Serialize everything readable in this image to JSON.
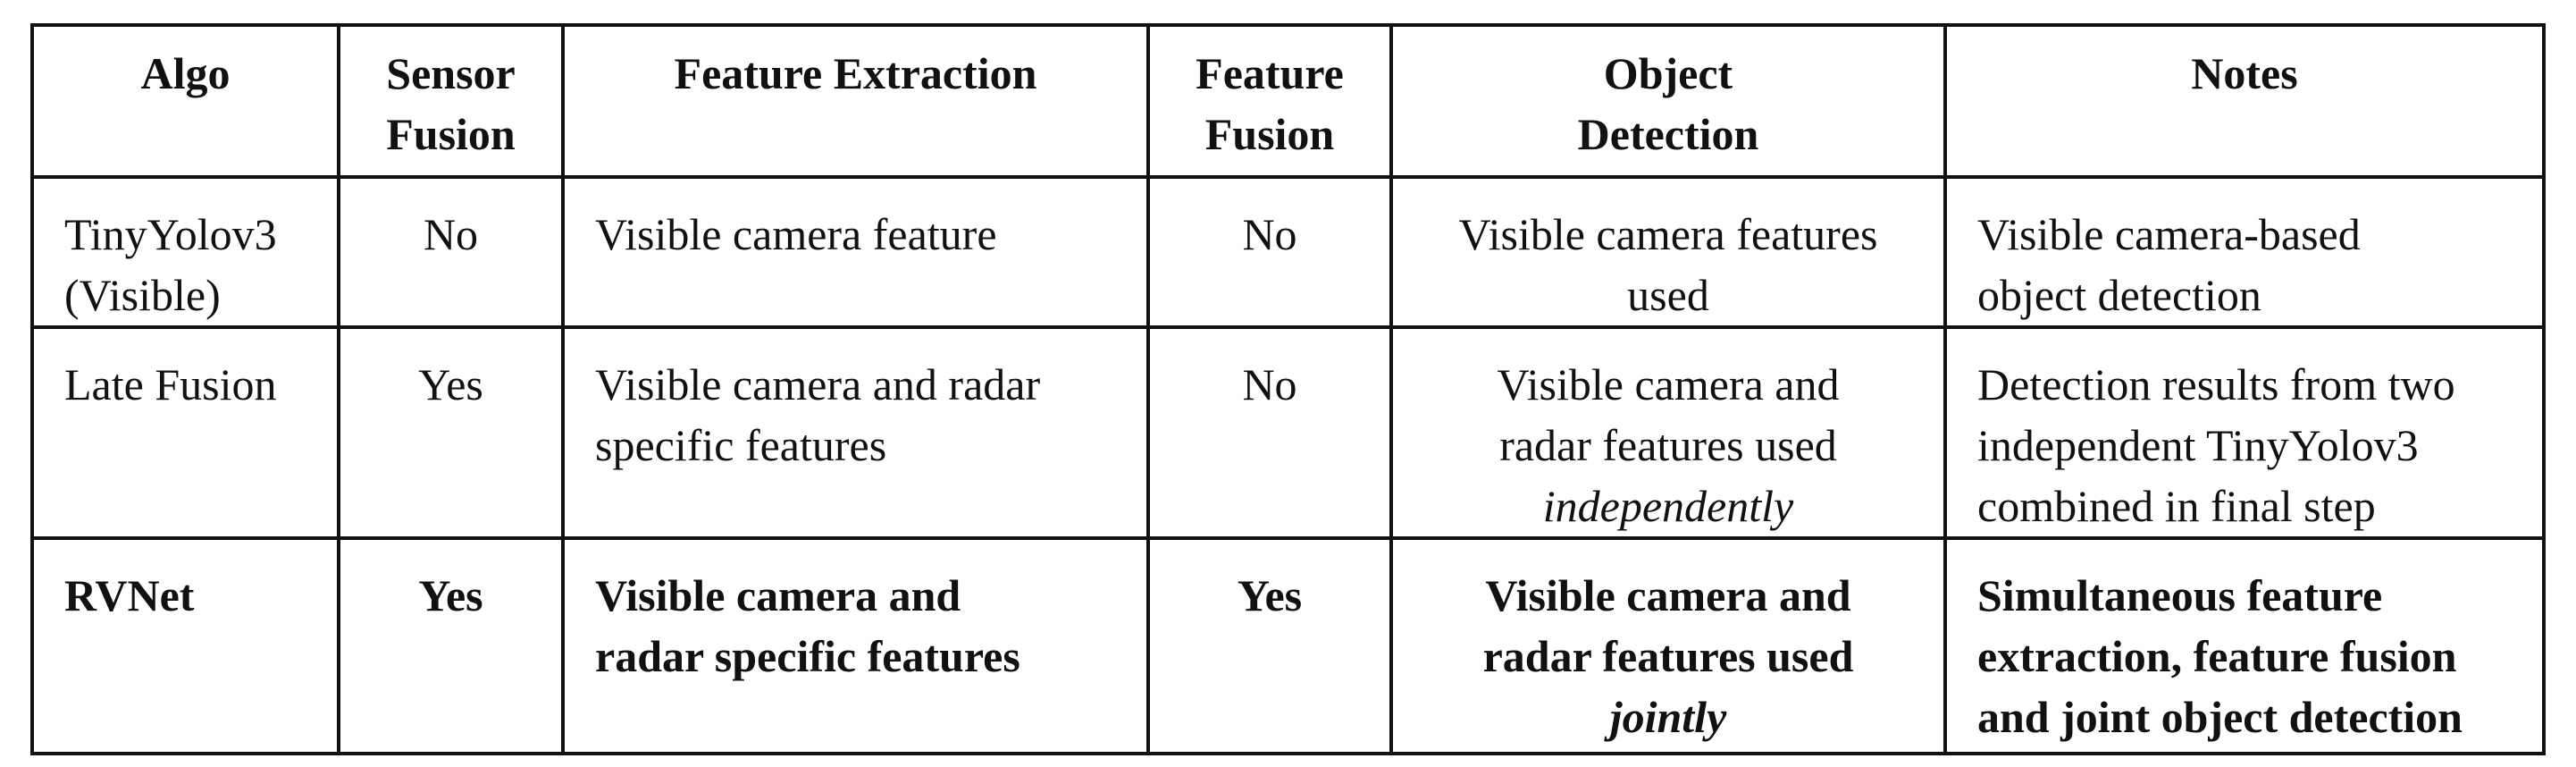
{
  "table": {
    "headers": [
      [
        "Algo"
      ],
      [
        "Sensor",
        "Fusion"
      ],
      [
        "Feature Extraction"
      ],
      [
        "Feature",
        "Fusion"
      ],
      [
        "Object",
        "Detection"
      ],
      [
        "Notes"
      ]
    ],
    "rows": [
      {
        "algo": [
          "TinyYolov3",
          "(Visible)"
        ],
        "sensor_fusion": "No",
        "feature_extraction": [
          "Visible camera feature"
        ],
        "feature_fusion": "No",
        "object_detection": [
          "Visible camera features",
          "used"
        ],
        "object_detection_emphasis": "",
        "notes": [
          "Visible camera-based",
          "object detection"
        ]
      },
      {
        "algo": [
          "Late Fusion"
        ],
        "sensor_fusion": "Yes",
        "feature_extraction": [
          "Visible camera and radar",
          "specific features"
        ],
        "feature_fusion": "No",
        "object_detection": [
          "Visible camera and",
          "radar features used"
        ],
        "object_detection_emphasis": "independently",
        "notes": [
          "Detection results from two",
          "independent TinyYolov3",
          "combined in final step"
        ]
      },
      {
        "algo": [
          "RVNet"
        ],
        "sensor_fusion": "Yes",
        "feature_extraction": [
          "Visible camera and",
          "radar specific features"
        ],
        "feature_fusion": "Yes",
        "object_detection": [
          "Visible camera and",
          "radar features used"
        ],
        "object_detection_emphasis": "jointly",
        "notes": [
          "Simultaneous feature",
          "extraction, feature fusion",
          "and joint object detection"
        ]
      }
    ]
  }
}
